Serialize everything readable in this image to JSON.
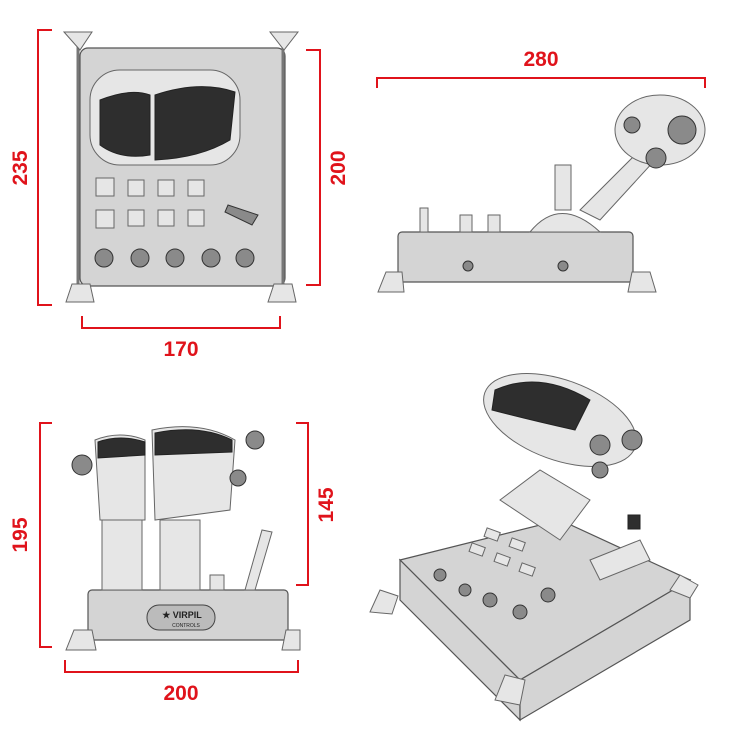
{
  "dimensions": {
    "top_view": {
      "height_outer": "235",
      "height_inner": "200",
      "width": "170"
    },
    "side_view": {
      "length": "280"
    },
    "front_view": {
      "height_outer": "195",
      "height_inner": "145",
      "width": "200"
    }
  },
  "logo": {
    "brand": "VIRPIL",
    "sub": "CONTROLS"
  },
  "colors": {
    "dimension": "#e0131b",
    "device": "#d4d4d4"
  }
}
